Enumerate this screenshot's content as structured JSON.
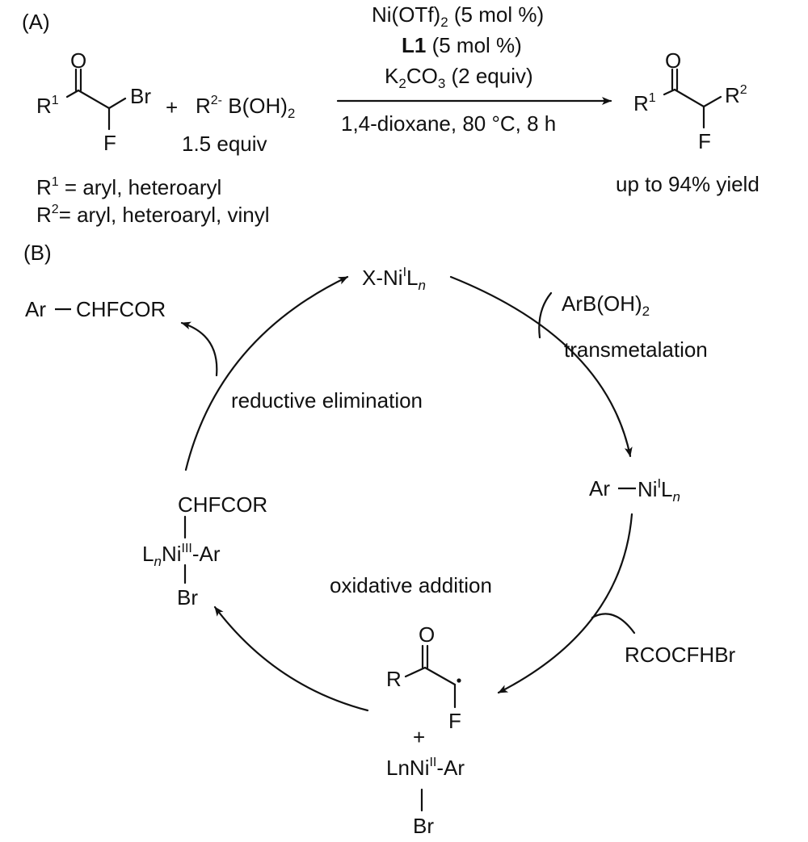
{
  "panel_a": {
    "label": "(A)",
    "reactant1": {
      "o": "O",
      "r": "R",
      "r_sup": "1",
      "br": "Br",
      "f": "F"
    },
    "plus": "+",
    "reactant2": {
      "r": "R",
      "r_sup": "2-",
      "boron": "B(OH)",
      "boron_sub": "2",
      "equiv": "1.5 equiv"
    },
    "conditions": {
      "line1_a": "Ni(OTf)",
      "line1_sub": "2",
      "line1_b": " (5 mol %)",
      "line2_bold": "L1",
      "line2_rest": " (5 mol %)",
      "line3_a": "K",
      "line3_sub1": "2",
      "line3_b": "CO",
      "line3_sub2": "3",
      "line3_c": " (2 equiv)",
      "below": "1,4-dioxane, 80 °C, 8 h"
    },
    "product": {
      "o": "O",
      "r1": "R",
      "r1_sup": "1",
      "r2": "R",
      "r2_sup": "2",
      "f": "F",
      "yield": "up to 94% yield"
    },
    "r1_def": {
      "r": "R",
      "sup": "1",
      "text": " = aryl, heteroaryl"
    },
    "r2_def": {
      "r": "R",
      "sup": "2",
      "text": "= aryl, heteroaryl, vinyl"
    }
  },
  "panel_b": {
    "label": "(B)",
    "product_out": {
      "ar": "Ar",
      "rest": "CHFCOR"
    },
    "top_species": {
      "a": "X-Ni",
      "sup": "I",
      "b": "L",
      "n": "n"
    },
    "reagent_in1": {
      "a": "ArB(OH)",
      "sub": "2"
    },
    "step_transmetalation": "transmetalation",
    "right_species": {
      "ar": "Ar",
      "a": "Ni",
      "sup": "I",
      "b": "L",
      "n": "n"
    },
    "reagent_in2": "RCOCFHBr",
    "bottom_species": {
      "o": "O",
      "r": "R",
      "f": "F",
      "plus": "+",
      "ni": "LnNi",
      "ni_sup": "II",
      "ni_b": "-Ar",
      "br": "Br"
    },
    "step_oxidative": "oxidative addition",
    "left_species": {
      "top": "CHFCOR",
      "l": "L",
      "n": "n",
      "ni": "Ni",
      "sup": "III",
      "ar": "-Ar",
      "br": "Br"
    },
    "step_reductive": "reductive elimination"
  }
}
